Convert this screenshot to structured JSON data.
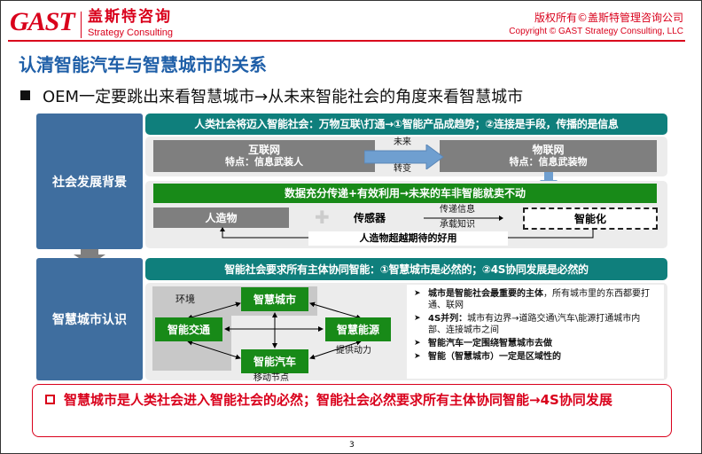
{
  "header": {
    "logo": "GAST",
    "brand_cn": "盖斯特咨询",
    "brand_en": "Strategy Consulting",
    "copyright_cn": "版权所有©盖斯特管理咨询公司",
    "copyright_en": "Copyright © GAST Strategy Consulting, LLC"
  },
  "title": "认清智能汽车与智慧城市的关系",
  "bullet": "OEM一定要跳出来看智慧城市→从未来智能社会的角度来看智慧城市",
  "section1": {
    "side_label": "社会发展背景",
    "header": "人类社会将迈入智能社会：万物互联\\打通→①智能产品成趋势；②连接是手段，传播的是信息",
    "internet": {
      "title": "互联网",
      "feature": "特点：信息武装人"
    },
    "arrow_top": "未来",
    "arrow_bottom": "转变",
    "iot": {
      "title": "物联网",
      "feature": "特点：信息武装物"
    },
    "green_bar": "数据充分传递+有效利用→未来的车非智能就卖不动",
    "artifact": "人造物",
    "plus": "✚",
    "sensor": "传感器",
    "transfer_top": "传递信息",
    "transfer_bottom": "承载知识",
    "smart": "智能化",
    "feedback": "人造物超越期待的好用"
  },
  "section2": {
    "side_label": "智慧城市认识",
    "header": "智能社会要求所有主体协同智能：①智慧城市是必然的；②4S协同发展是必然的",
    "env": "环境",
    "city": "智慧城市",
    "traffic": "智能交通",
    "energy": "智慧能源",
    "car": "智能汽车",
    "power": "提供动力",
    "node": "移动节点",
    "points": [
      {
        "bold": "城市是智能社会最重要的主体",
        "text": "，所有城市里的东西都要打通、联网"
      },
      {
        "bold": "4S并列：",
        "text": "城市有边界→道路交通\\汽车\\能源打通城市内部、连接城市之间"
      },
      {
        "bold": "智能汽车一定围绕智慧城市去做",
        "text": ""
      },
      {
        "bold": "智能（智慧城市）一定是区域性的",
        "text": ""
      }
    ]
  },
  "conclusion": "智慧城市是人类社会进入智能社会的必然；智能社会必然要求所有主体协同智能→4S协同发展",
  "page_number": "3"
}
